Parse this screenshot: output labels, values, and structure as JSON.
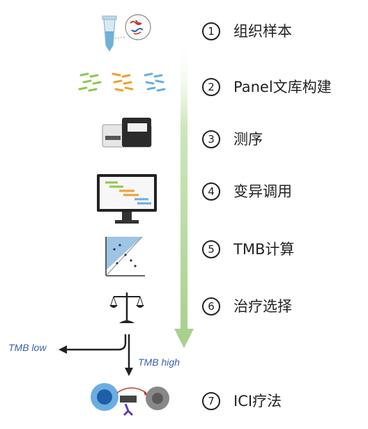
{
  "steps": [
    {
      "num": "1",
      "label": "组织样本",
      "icon": "tissue-sample-tube-icon"
    },
    {
      "num": "2",
      "label": "Panel文库构建",
      "icon": "dna-fragments-icon"
    },
    {
      "num": "3",
      "label": "测序",
      "icon": "sequencer-machine-icon"
    },
    {
      "num": "4",
      "label": "变异调用",
      "icon": "variant-calling-monitor-icon"
    },
    {
      "num": "5",
      "label": "TMB计算",
      "icon": "scatter-plot-icon"
    },
    {
      "num": "6",
      "label": "治疗选择",
      "icon": "balance-scale-icon"
    },
    {
      "num": "7",
      "label": "ICI疗法",
      "icon": "immune-cell-icon"
    }
  ],
  "branches": {
    "low": "TMB low",
    "high": "TMB high"
  },
  "colors": {
    "flow_arrow": "#a9d18e",
    "branch_text": "#3a5fb0",
    "text": "#222222"
  }
}
